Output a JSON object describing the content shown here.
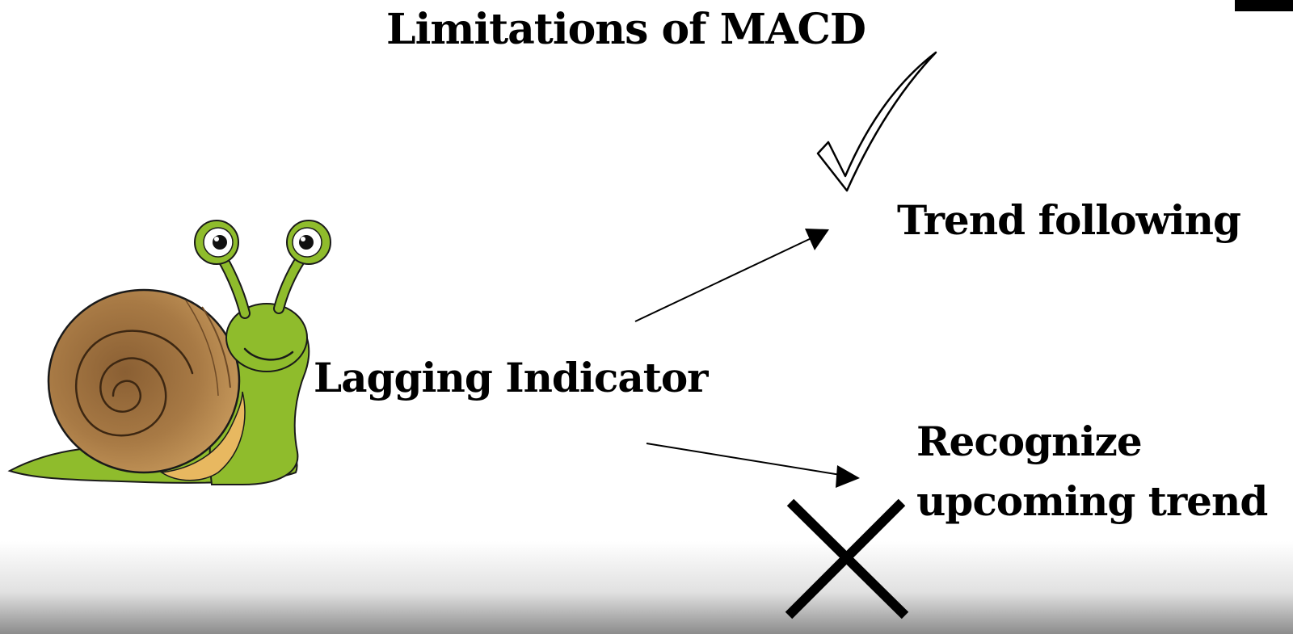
{
  "slide": {
    "title": "Limitations of MACD",
    "center_label": "Lagging Indicator",
    "positive": {
      "label": "Trend following",
      "icon": "checkmark-icon"
    },
    "negative": {
      "line1": "Recognize",
      "line2": "upcoming trend",
      "icon": "x-mark-icon"
    },
    "illustration": "snail-icon",
    "colors": {
      "snail_body": "#8fbc2c",
      "snail_shell": "#a87a45",
      "snail_shell_dark": "#6e4a26",
      "snail_foot": "#e8b860"
    }
  }
}
